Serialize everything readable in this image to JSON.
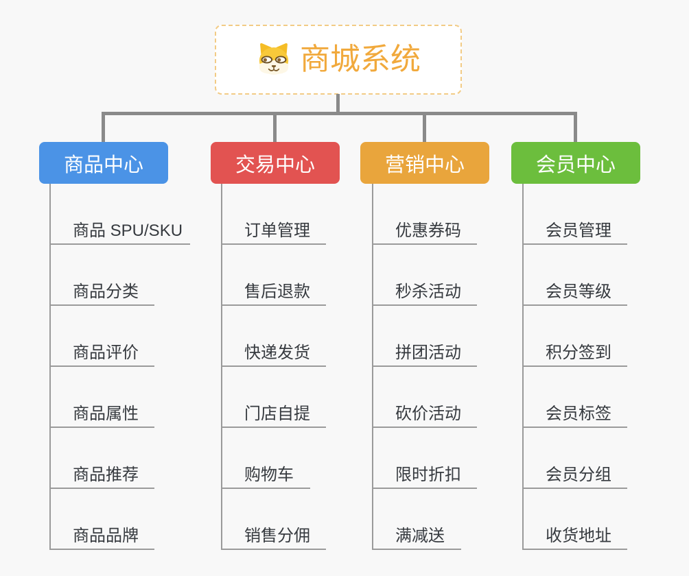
{
  "diagram": {
    "type": "org-mindmap",
    "background_color": "#f8f8f8",
    "connector_color": "#8a8a8a",
    "leaf_line_color": "#9a9a9a",
    "leaf_text_color": "#363a3f"
  },
  "root": {
    "label": "商城系统",
    "icon": "dog-face-icon",
    "text_color": "#f1a93c",
    "border_color": "#f2cb85",
    "background_color": "#ffffff"
  },
  "branches": [
    {
      "label": "商品中心",
      "color": "#4b93e6",
      "children": [
        "商品 SPU/SKU",
        "商品分类",
        "商品评价",
        "商品属性",
        "商品推荐",
        "商品品牌"
      ]
    },
    {
      "label": "交易中心",
      "color": "#e25351",
      "children": [
        "订单管理",
        "售后退款",
        "快递发货",
        "门店自提",
        "购物车",
        "销售分佣"
      ]
    },
    {
      "label": "营销中心",
      "color": "#e9a53c",
      "children": [
        "优惠券码",
        "秒杀活动",
        "拼团活动",
        "砍价活动",
        "限时折扣",
        "满减送"
      ]
    },
    {
      "label": "会员中心",
      "color": "#6cbe3d",
      "children": [
        "会员管理",
        "会员等级",
        "积分签到",
        "会员标签",
        "会员分组",
        "收货地址"
      ]
    }
  ]
}
